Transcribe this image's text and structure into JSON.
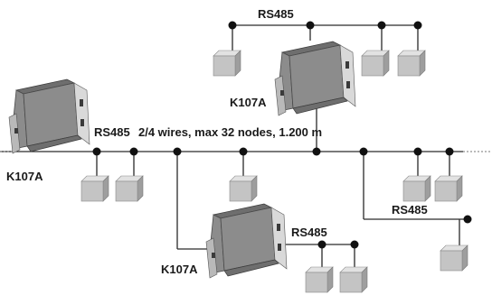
{
  "labels": {
    "rs485_top": "RS485",
    "rs485_main": "RS485",
    "bus_spec": "2/4 wires, max 32 nodes, 1.200 m",
    "rs485_right": "RS485",
    "rs485_bottom": "RS485",
    "k107a_left": "K107A",
    "k107a_top": "K107A",
    "k107a_bottom": "K107A"
  },
  "colors": {
    "line": "#2a2a2a",
    "dot": "#111111",
    "module": "#8c8c8c",
    "node_box": "#c4c4c4"
  }
}
